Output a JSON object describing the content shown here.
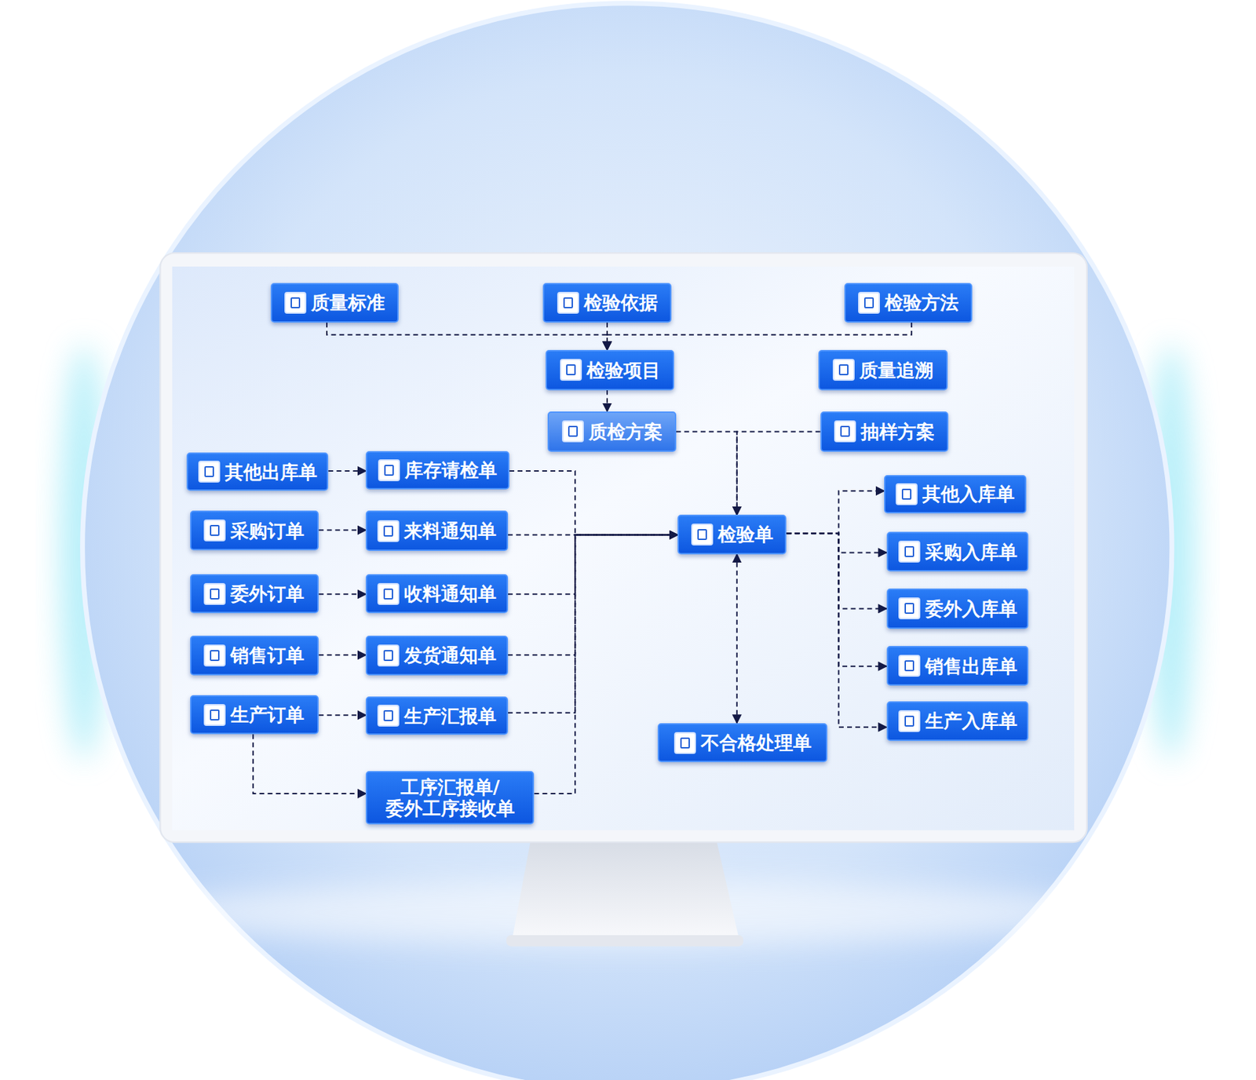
{
  "diagram": {
    "nodes": [
      {
        "text": [
          "质量标准"
        ]
      },
      {
        "text": [
          "检验依据"
        ]
      },
      {
        "text": [
          "检验方法"
        ]
      },
      {
        "text": [
          "检验项目"
        ]
      },
      {
        "text": [
          "质量追溯"
        ]
      },
      {
        "text": [
          "质检方案"
        ]
      },
      {
        "text": [
          "抽样方案"
        ]
      },
      {
        "text": [
          "其他出库单"
        ]
      },
      {
        "text": [
          "库存请检单"
        ]
      },
      {
        "text": [
          "采购订单"
        ]
      },
      {
        "text": [
          "来料通知单"
        ]
      },
      {
        "text": [
          "委外订单"
        ]
      },
      {
        "text": [
          "收料通知单"
        ]
      },
      {
        "text": [
          "销售订单"
        ]
      },
      {
        "text": [
          "发货通知单"
        ]
      },
      {
        "text": [
          "生产订单"
        ]
      },
      {
        "text": [
          "生产汇报单"
        ]
      },
      {
        "text": [
          "工序汇报单/ 委外工序接收单"
        ]
      },
      {
        "text": [
          "检验单"
        ]
      },
      {
        "text": [
          "不合格处理单"
        ]
      },
      {
        "text": [
          "其他入库单"
        ]
      },
      {
        "text": [
          "采购入库单"
        ]
      },
      {
        "text": [
          "委外入库单"
        ]
      },
      {
        "text": [
          "销售出库单"
        ]
      },
      {
        "text": [
          "生产入库单"
        ]
      }
    ],
    "edges": [
      {
        "from": 0,
        "to": 3,
        "arrow": "to"
      },
      {
        "from": 1,
        "to": 3,
        "arrow": "to"
      },
      {
        "from": 2,
        "to": 3,
        "arrow": "to"
      },
      {
        "from": 3,
        "to": 5,
        "arrow": "to"
      },
      {
        "from": 5,
        "to": 18,
        "arrow": "to"
      },
      {
        "from": 6,
        "to": 18,
        "arrow": "to"
      },
      {
        "from": 7,
        "to": 8,
        "arrow": "to"
      },
      {
        "from": 9,
        "to": 10,
        "arrow": "to"
      },
      {
        "from": 11,
        "to": 12,
        "arrow": "to"
      },
      {
        "from": 13,
        "to": 14,
        "arrow": "to"
      },
      {
        "from": 15,
        "to": 16,
        "arrow": "to"
      },
      {
        "from": 15,
        "to": 17,
        "arrow": "to"
      },
      {
        "from": 8,
        "to": 18,
        "arrow": "to"
      },
      {
        "from": 10,
        "to": 18,
        "arrow": "to"
      },
      {
        "from": 12,
        "to": 18,
        "arrow": "to"
      },
      {
        "from": 14,
        "to": 18,
        "arrow": "to"
      },
      {
        "from": 16,
        "to": 18,
        "arrow": "to"
      },
      {
        "from": 17,
        "to": 18,
        "arrow": "to"
      },
      {
        "from": 18,
        "to": 19,
        "arrow": "both"
      },
      {
        "from": 18,
        "to": 20,
        "arrow": "to"
      },
      {
        "from": 18,
        "to": 21,
        "arrow": "to"
      },
      {
        "from": 18,
        "to": 22,
        "arrow": "to"
      },
      {
        "from": 18,
        "to": 23,
        "arrow": "to"
      },
      {
        "from": 18,
        "to": 24,
        "arrow": "to"
      }
    ]
  }
}
